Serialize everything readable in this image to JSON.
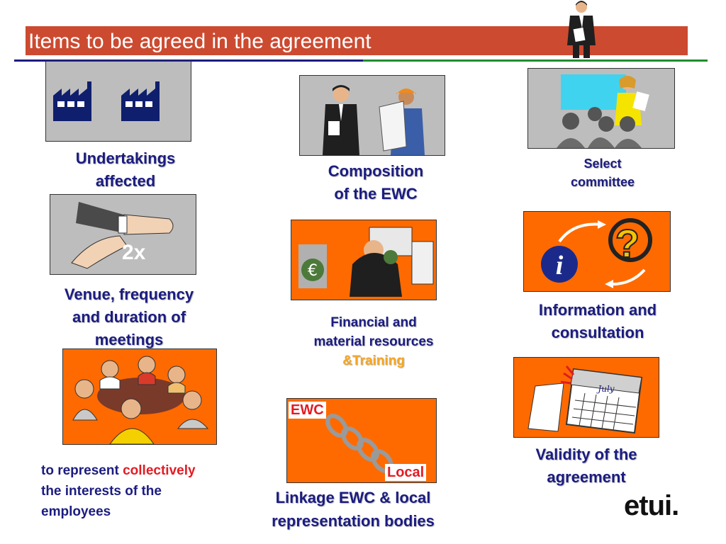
{
  "slide": {
    "title": "Items to be agreed in the agreement"
  },
  "items": {
    "undertakings": {
      "line1": "Undertakings",
      "line2": "affected"
    },
    "composition": {
      "line1": "Composition",
      "line2": "of the EWC"
    },
    "select_committee": {
      "line1": "Select",
      "line2": "committee"
    },
    "venue": {
      "line1": "Venue, frequency",
      "line2": "and duration of",
      "line3": "meetings",
      "badge": "2x"
    },
    "financial": {
      "line1": "Financial and",
      "line2": "material resources",
      "line3": "&Training"
    },
    "information": {
      "line1": "Information and",
      "line2": "consultation"
    },
    "represent": {
      "prefix": "to represent ",
      "highlight": "collectively",
      "line2": "the interests of the",
      "line3": "employees"
    },
    "linkage": {
      "line1": "Linkage EWC & local",
      "line2": "representation bodies",
      "tag_top": "EWC",
      "tag_bottom": "Local"
    },
    "validity": {
      "line1": "Validity of the",
      "line2": "agreement",
      "calendar_month": "July"
    }
  },
  "logo": {
    "text": "etui."
  },
  "colors": {
    "title_bar": "#cc4a30",
    "caption": "#1b1c80",
    "panel_orange": "#ff6a00",
    "panel_grey": "#bdbdbd",
    "highlight_red": "#e31b23",
    "training_yellow": "#f5a623",
    "rule_blue": "#1b1c80",
    "rule_green": "#238c2e"
  }
}
